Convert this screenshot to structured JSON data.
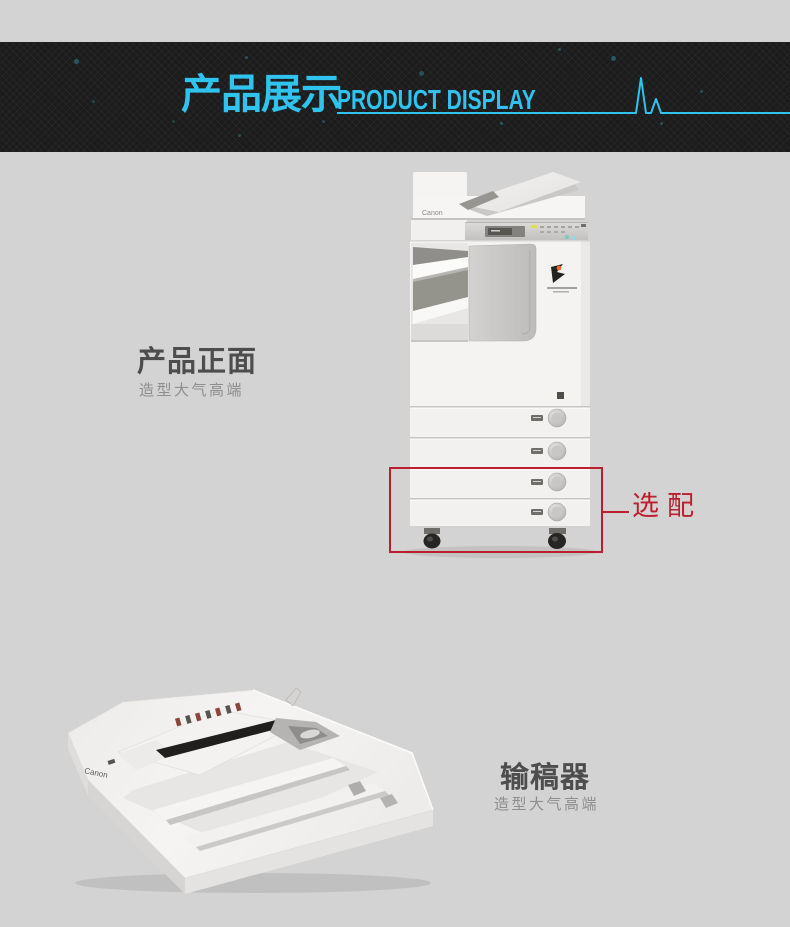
{
  "page": {
    "background": "#d3d3d3"
  },
  "header": {
    "title_cn": "产品展示",
    "title_en": "PRODUCT DISPLAY",
    "accent_color": "#2fc3ee",
    "band_color": "#1c1c1c"
  },
  "front_view": {
    "heading": "产品正面",
    "subheading": "造型大气高端",
    "brand": "Canon",
    "annotation": {
      "label": "选配",
      "color": "#bb1e2c"
    }
  },
  "feeder_view": {
    "heading": "输稿器",
    "subheading": "造型大气高端",
    "brand": "Canon"
  }
}
